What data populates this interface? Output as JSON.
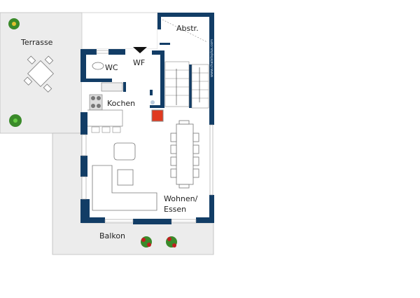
{
  "plan": {
    "rooms": {
      "terrasse": "Terrasse",
      "abstr": "Abstr.",
      "wc": "WC",
      "wf": "WF",
      "kochen": "Kochen",
      "wohnen_line1": "Wohnen/",
      "wohnen_line2": "Essen",
      "balkon": "Balkon"
    },
    "watermark": "www.chaletsplus.com",
    "colors": {
      "wall": "#123d66",
      "outdoor": "#ececec",
      "fireplace": "#e03a20",
      "plant": "#3a8a2a"
    }
  }
}
